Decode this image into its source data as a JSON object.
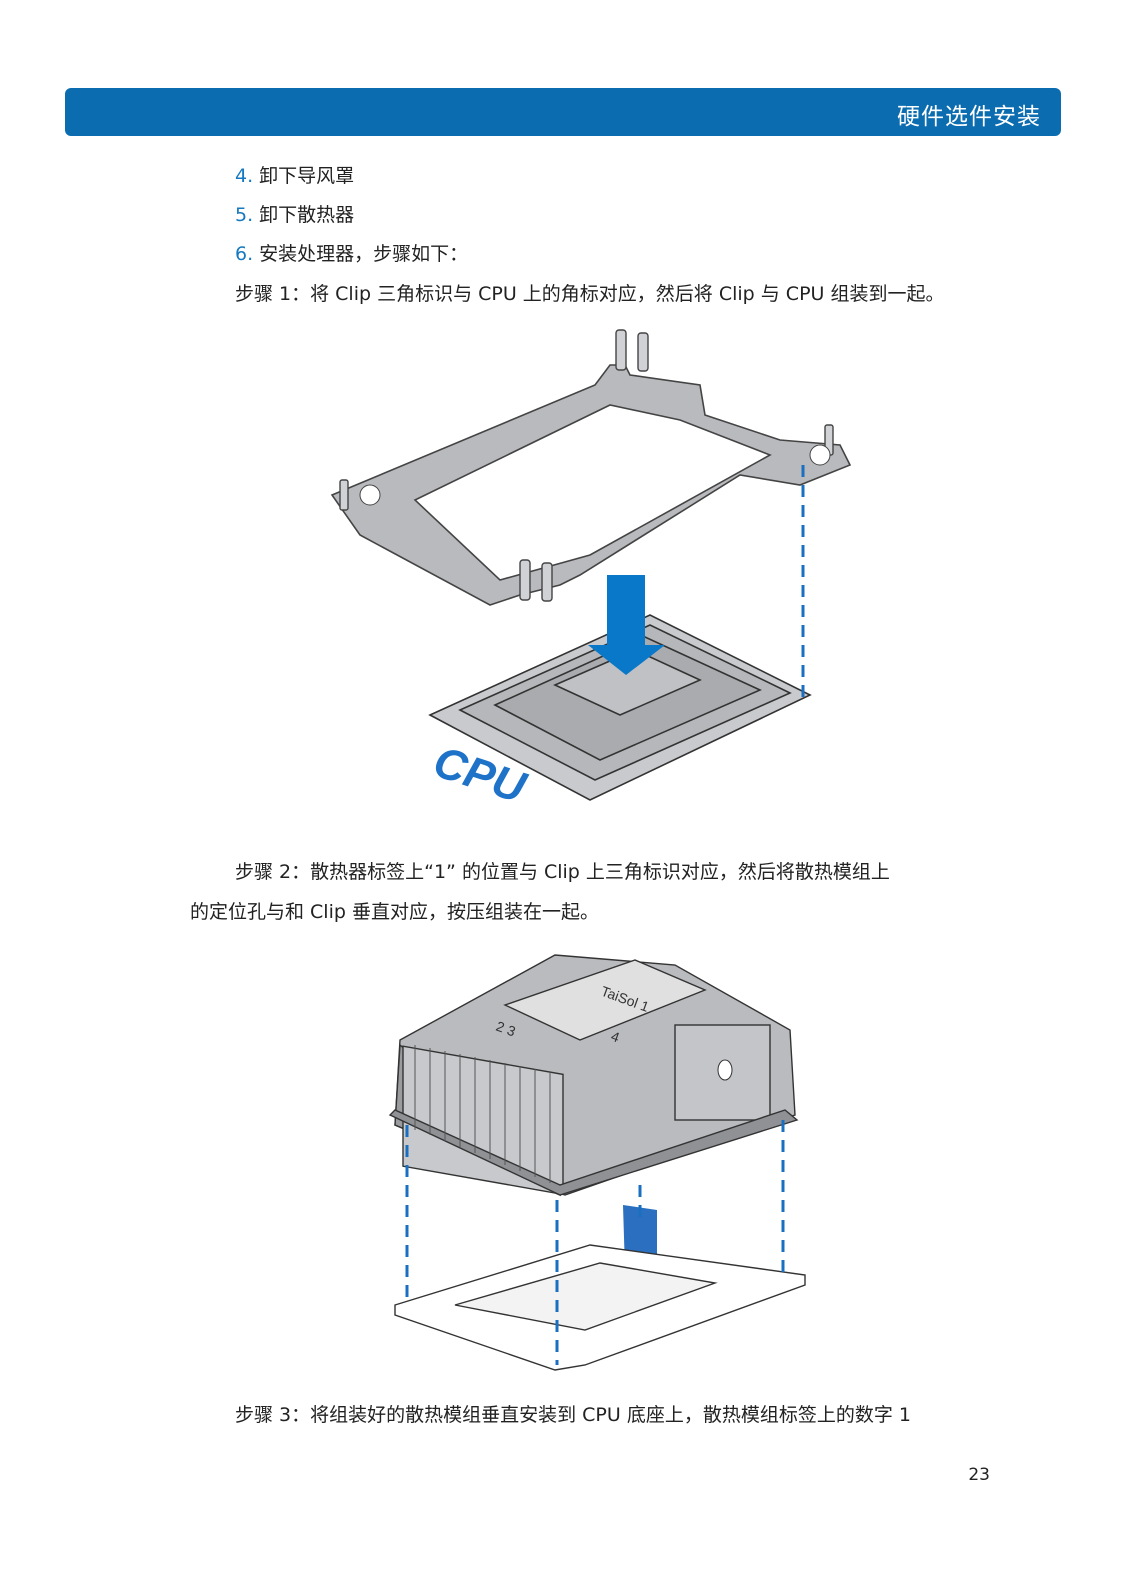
{
  "header": {
    "title": "硬件选件安装"
  },
  "steps": [
    {
      "num": "4.",
      "text": " 卸下导风罩"
    },
    {
      "num": "5.",
      "text": " 卸下散热器"
    },
    {
      "num": "6.",
      "text": " 安装处理器，步骤如下："
    }
  ],
  "paragraphs": {
    "step1": "步骤 1：将 Clip 三角标识与 CPU 上的角标对应，然后将 Clip 与 CPU 组装到一起。",
    "step2_line1": "步骤 2：散热器标签上“1” 的位置与 Clip 上三角标识对应，然后将散热模组上",
    "step2_line2": "的定位孔与和 Clip 垂直对应，按压组装在一起。",
    "step3": "步骤 3：将组装好的散热模组垂直安装到 CPU 底座上，散热模组标签上的数字 1"
  },
  "figure1": {
    "cpu_label": "CPU"
  },
  "figure2": {
    "label_line1": "TaiSol 1",
    "label_line2": "2    3",
    "label_line3": "4"
  },
  "colors": {
    "header": "#0b6cb0",
    "arrow": "#0a78c8",
    "dash": "#1a6fc0",
    "cpu_label": "#1e73c8"
  },
  "page": {
    "number": "23"
  }
}
